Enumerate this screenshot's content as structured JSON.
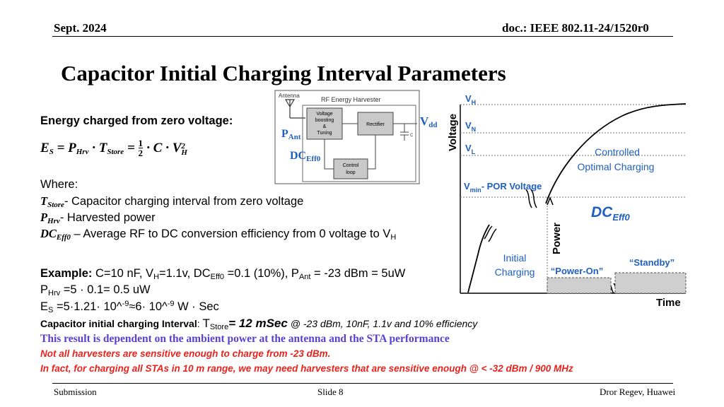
{
  "header": {
    "date": "Sept. 2024",
    "doc": "doc.: IEEE 802.11-24/1520r0"
  },
  "title": "Capacitor Initial Charging Interval Parameters",
  "body": {
    "energy_heading": "Energy charged from zero voltage:",
    "where": "Where:",
    "t_store_desc": "- Capacitor charging interval from zero voltage",
    "p_hrv_desc": "- Harvested power",
    "dc_eff_desc": "– Average RF to DC conversion efficiency from 0 voltage to V",
    "example_label": "Example:",
    "example_text": " C=10 nF, V",
    "example_text2": "=1.1v,  DC",
    "example_text3": " =0.1 (10%), P",
    "example_text4": " = -23 dBm = 5uW",
    "p_hrv_line": "=5 · 0.1= 0.5 uW",
    "es_line_a": "=5·1.21· 10^",
    "es_line_b": "≈6· 10^",
    "es_line_c": " W · Sec",
    "interval_label": "Capacitor initial charging Interval",
    "interval_value": "= 12 mSec",
    "interval_note": " @ -23 dBm, 10nF, 1.1v and 10% efficiency",
    "note_purple": "This result is dependent on the ambient power at the antenna and the STA performance",
    "note_red1": "Not all harvesters are sensitive enough to charge from -23 dBm.",
    "note_red2": "In fact, for charging all STAs in 10 m range, we may need harvesters that are sensitive enough @ < -32 dBm / 900 MHz"
  },
  "diagram": {
    "antenna": "Antenna",
    "harvester_title": "RF Energy Harvester",
    "voltage_box": [
      "Voltage",
      "boosting",
      "&",
      "Tuning"
    ],
    "rectifier": "Rectifier",
    "control_box": [
      "Control",
      "loop"
    ],
    "c_store": "C",
    "p_ant": "P",
    "dc_eff": "DC",
    "vdd": "V"
  },
  "chart": {
    "y_label": "Voltage",
    "x_label": "Time",
    "power_label": "Power",
    "vh": "V",
    "vn": "V",
    "vl": "V",
    "vmin": "V",
    "vmin_tail": "- POR Voltage",
    "controlled": "Controlled",
    "optimal": "Optimal Charging",
    "dc_eff": "DC",
    "initial": "Initial",
    "charging": "Charging",
    "power_on": "“Power-On”",
    "standby": "“Standby”"
  },
  "footer": {
    "left": "Submission",
    "center": "Slide 8",
    "right": "Dror Regev, Huawei"
  },
  "colors": {
    "blue": "#1f5fbf",
    "red": "#e8231e",
    "purple": "#5b3fd1"
  }
}
